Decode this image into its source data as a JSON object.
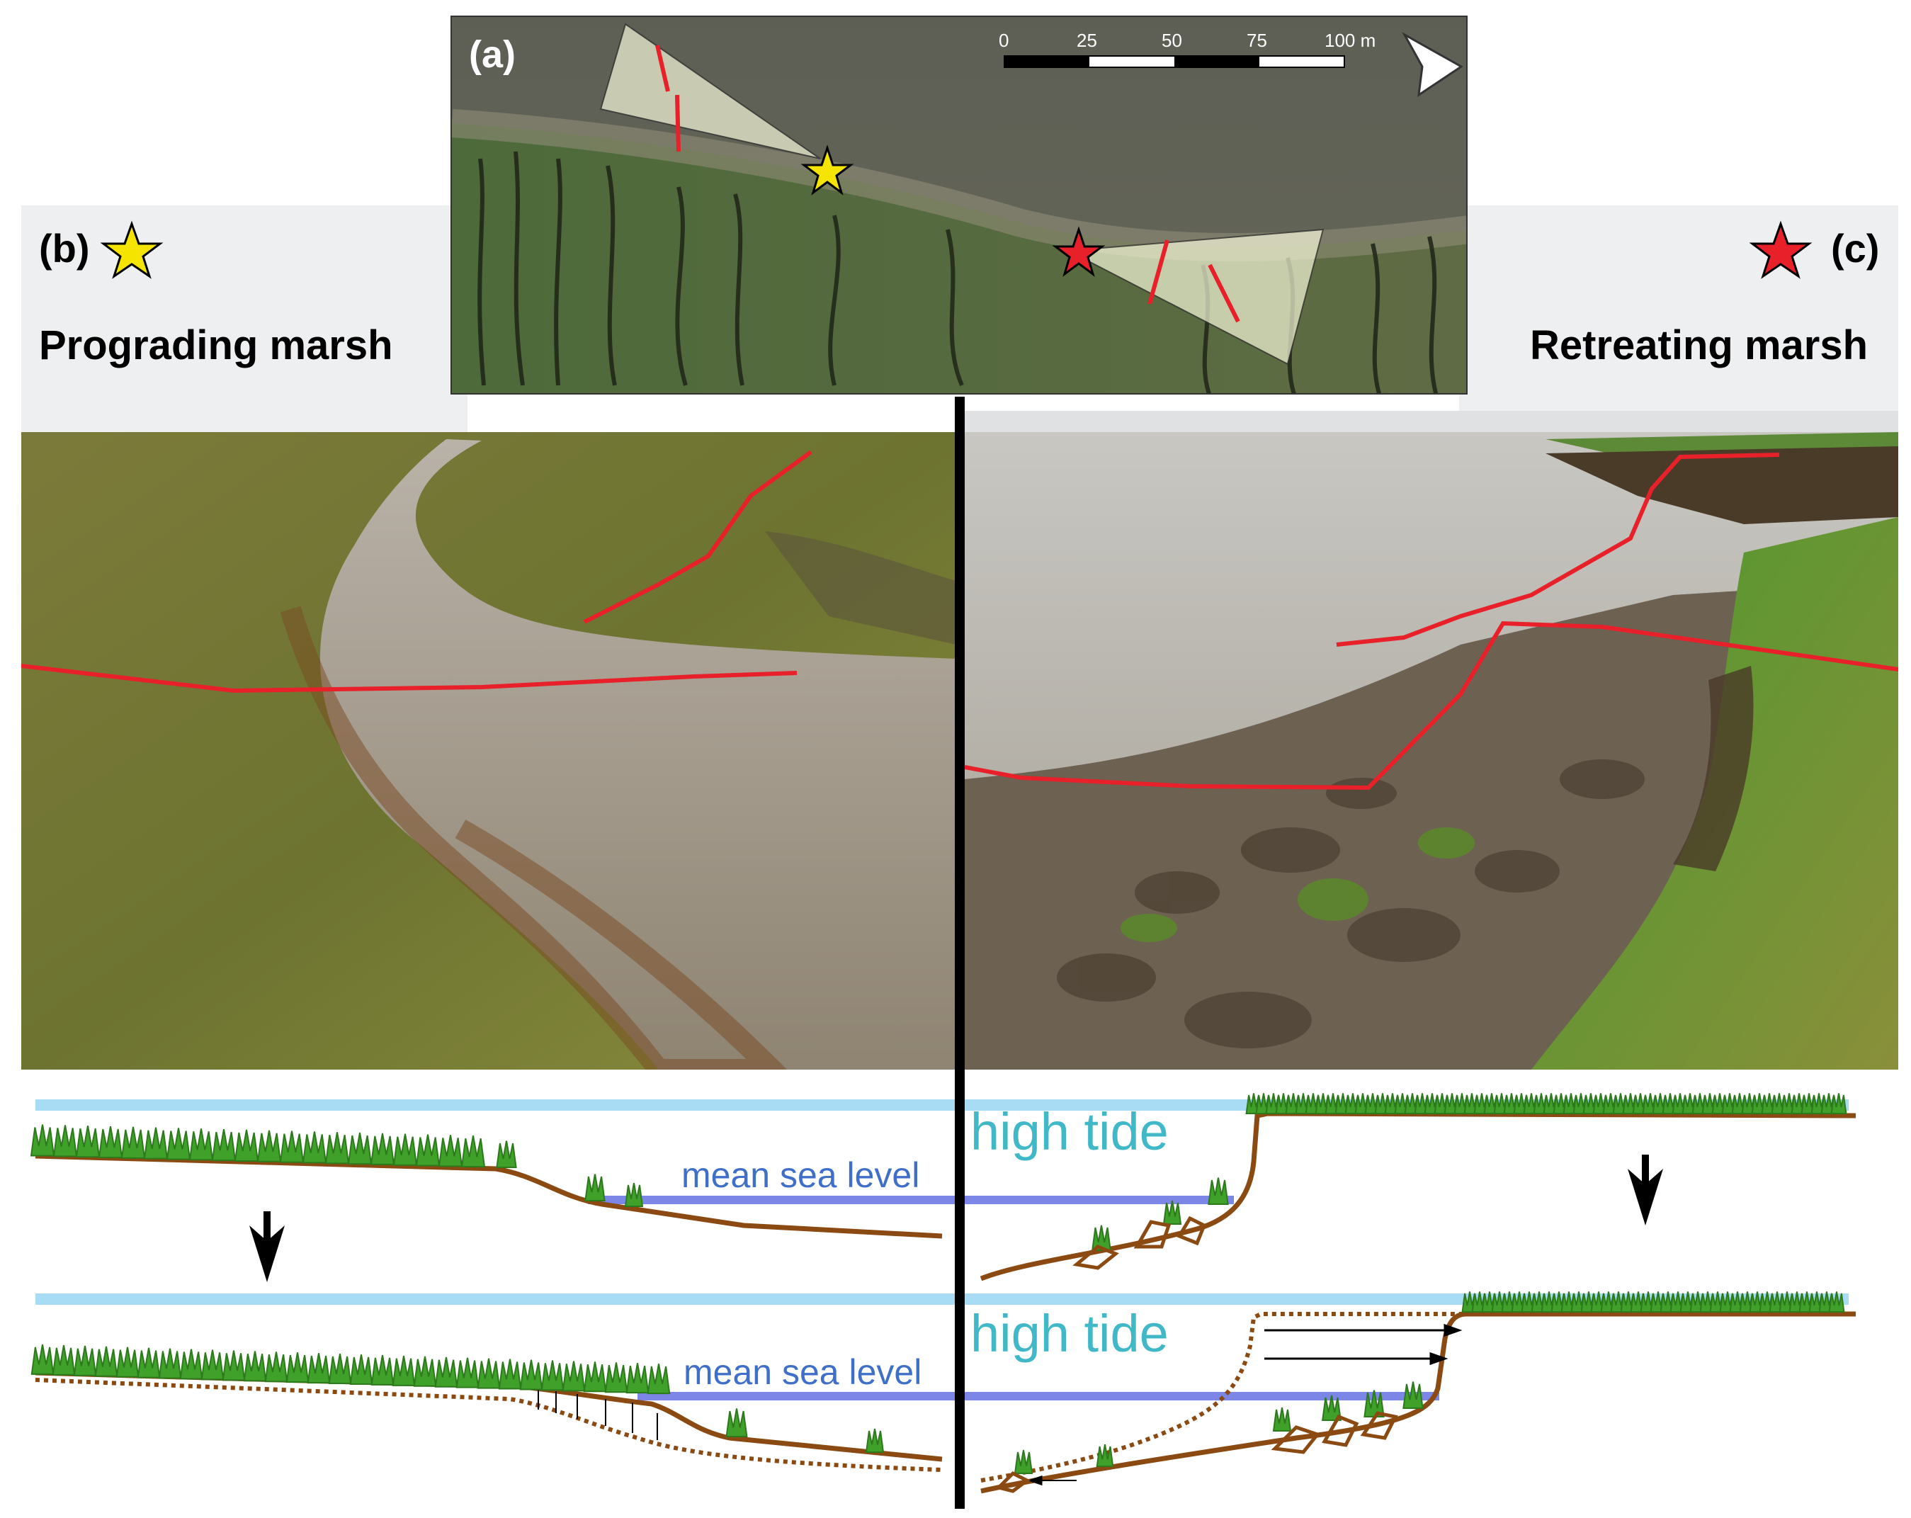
{
  "panels": {
    "a": {
      "label": "(a)"
    },
    "b": {
      "label": "(b)",
      "title": "Prograding marsh",
      "star_color": "#f5e400"
    },
    "c": {
      "label": "(c)",
      "title": "Retreating marsh",
      "star_color": "#e8202a"
    }
  },
  "scale_bar": {
    "ticks": [
      "0",
      "25",
      "50",
      "75",
      "100 m"
    ]
  },
  "diagram": {
    "left": {
      "msl_top": "mean sea level",
      "msl_bottom": "mean sea level"
    },
    "right": {
      "tide_top": "high tide",
      "tide_bottom": "high tide"
    }
  },
  "colors": {
    "high_tide": "#a8dcf4",
    "mean_sea_level": "#7b86e6",
    "marsh_profile": "#8b4a12",
    "vegetation": "#3fa02a",
    "annotation": "#e8202a",
    "divider": "#000000"
  },
  "icons": [
    "north-arrow-icon",
    "yellow-star-icon",
    "red-star-icon",
    "down-arrow-icon"
  ]
}
